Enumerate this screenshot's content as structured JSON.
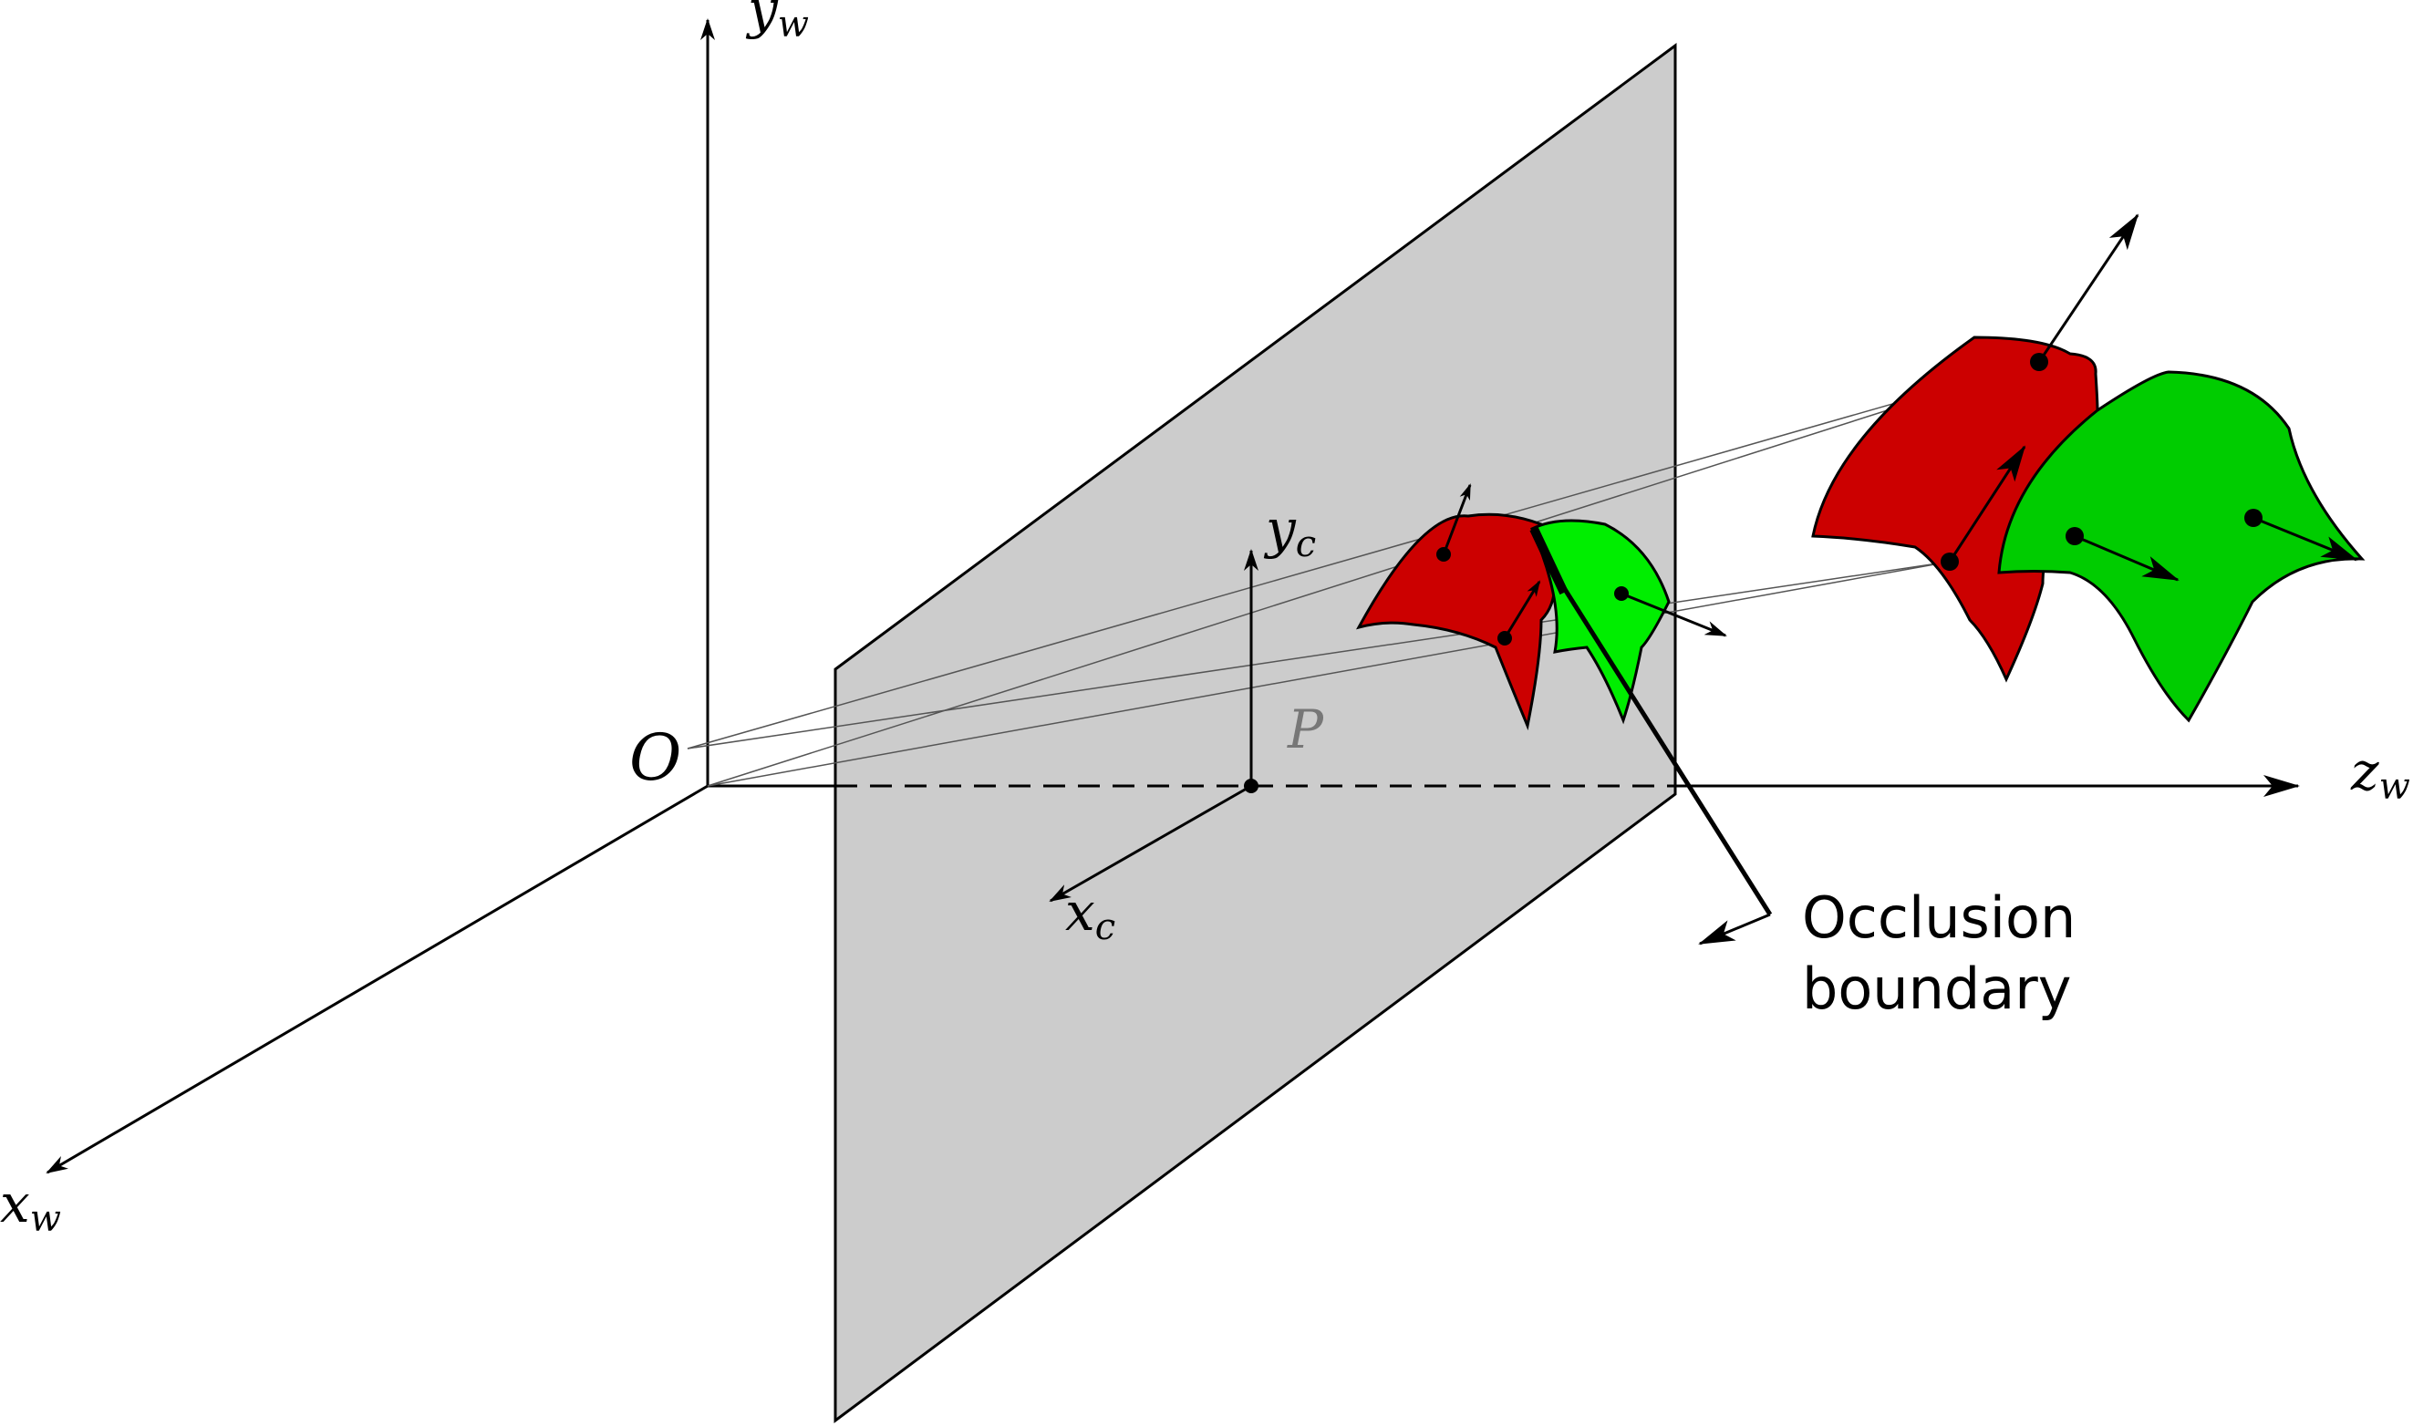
{
  "labels": {
    "yw": {
      "base": "y",
      "sub": "w"
    },
    "xw": {
      "base": "x",
      "sub": "w"
    },
    "zw": {
      "base": "z",
      "sub": "w"
    },
    "yc": {
      "base": "y",
      "sub": "c"
    },
    "xc": {
      "base": "x",
      "sub": "c"
    },
    "origin": "O",
    "principal_point": "P"
  },
  "annotation": {
    "line1": "Occlusion",
    "line2": "boundary"
  },
  "colors": {
    "image_plane": "#cccccc",
    "red_surface": "#cc0000",
    "green_surface": "#00cc00",
    "ink": "#000000"
  }
}
